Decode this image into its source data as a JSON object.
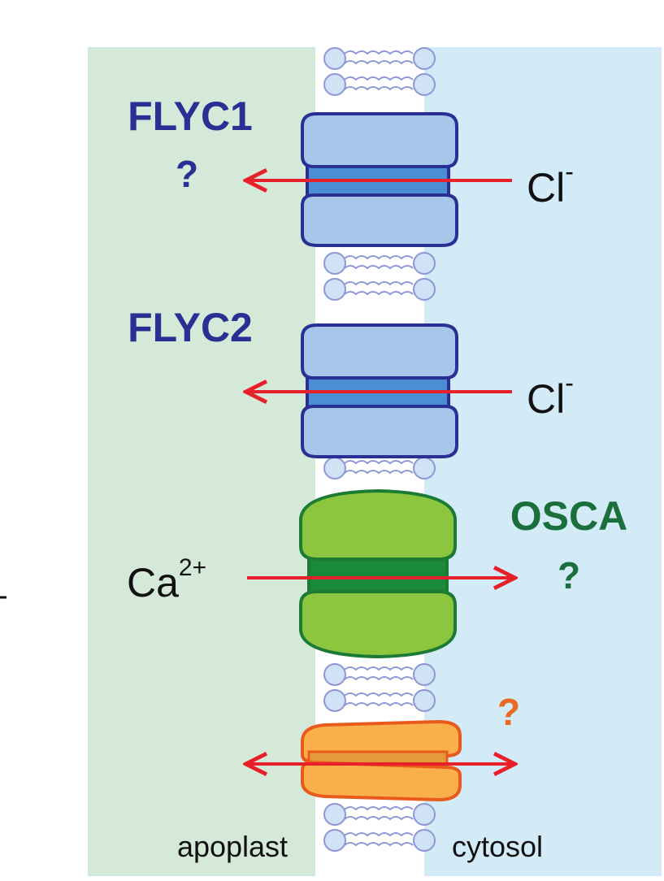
{
  "channels": [
    {
      "name": "FLYC1",
      "mark": "?",
      "ion": "Cl",
      "charge": "-"
    },
    {
      "name": "FLYC2",
      "mark": "",
      "ion": "Cl",
      "charge": "-"
    },
    {
      "name": "OSCA",
      "mark": "?",
      "ion": "Ca",
      "charge": "2+"
    },
    {
      "name": "",
      "mark": "?"
    }
  ],
  "compartments": {
    "left": "apoplast",
    "right": "cytosol"
  },
  "colors": {
    "apoplast_bg": "#d5e9d9",
    "cytosol_bg": "#d3ebf7",
    "flyc_fill": "#a7c7ea",
    "flyc_pore": "#4c8ed6",
    "flyc_stroke": "#2a2f93",
    "flyc_text": "#2a2f93",
    "osca_fill": "#8cc63f",
    "osca_pore": "#1a8a3a",
    "osca_stroke": "#1b7a33",
    "osca_text": "#1b6f3c",
    "unknown_fill": "#f9b04a",
    "unknown_stroke": "#ea5a1c",
    "unknown_text": "#ea6a24",
    "arrow": "#e8202a",
    "lipid_head": "#cfe2f6",
    "lipid_stroke": "#8e96d6"
  }
}
